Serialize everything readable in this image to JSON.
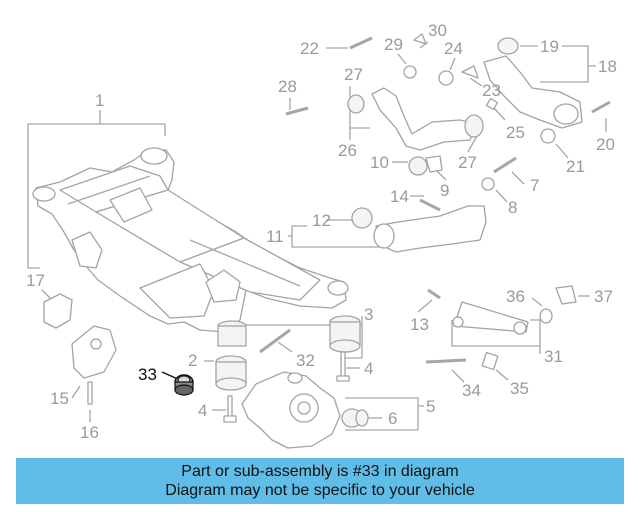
{
  "diagram": {
    "highlight_color": "#111111",
    "part_color": "#a3a3a3",
    "callouts": {
      "n1": "1",
      "n2": "2",
      "n3": "3",
      "n4a": "4",
      "n4b": "4",
      "n5": "5",
      "n6": "6",
      "n7": "7",
      "n8": "8",
      "n9": "9",
      "n10": "10",
      "n11": "11",
      "n12": "12",
      "n13": "13",
      "n14": "14",
      "n15": "15",
      "n16": "16",
      "n17": "17",
      "n18": "18",
      "n19": "19",
      "n20": "20",
      "n21": "21",
      "n22": "22",
      "n23": "23",
      "n24": "24",
      "n25": "25",
      "n26": "26",
      "n27a": "27",
      "n27b": "27",
      "n28": "28",
      "n29": "29",
      "n30": "30",
      "n31": "31",
      "n32": "32",
      "n33": "33",
      "n34": "34",
      "n35": "35",
      "n36": "36",
      "n37": "37"
    }
  },
  "banner": {
    "color": "#5fbde8",
    "line1": "Part or sub-assembly is #33 in diagram",
    "line2": "Diagram may not be specific to your vehicle"
  }
}
